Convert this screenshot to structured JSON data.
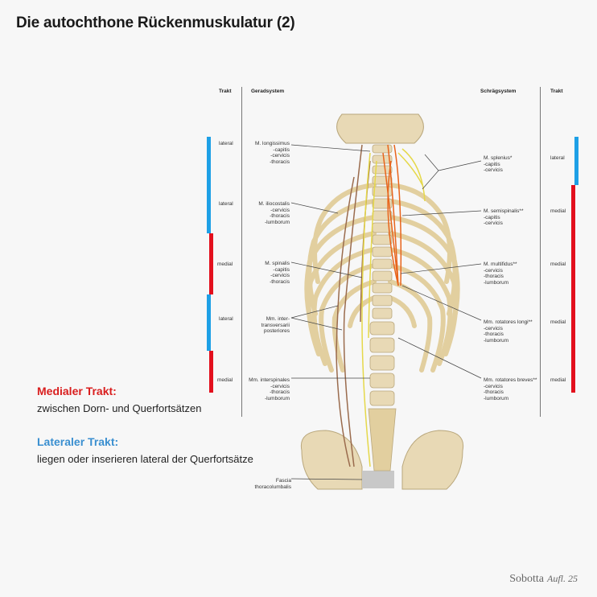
{
  "title": "Die autochthone Rückenmuskulatur (2)",
  "headers": {
    "trakt_left": "Trakt",
    "geradsystem": "Geradsystem",
    "schraegsystem": "Schrägsystem",
    "trakt_right": "Trakt"
  },
  "left_tracts": [
    "lateral",
    "lateral",
    "medial",
    "lateral",
    "medial"
  ],
  "right_tracts": [
    "lateral",
    "medial",
    "medial",
    "medial",
    "medial"
  ],
  "left_labels": [
    "M. longissimus\n-capitis\n-cervicis\n-thoracis",
    "M. iliocostalis\n-cervicis\n-thoracis\n-lumborum",
    "M. spinalis\n-capitis\n-cervicis\n-thoracis",
    "Mm. inter-\ntransversarii\nposteriores",
    "Mm. interspinales\n-cervicis\n-thoracis\n-lumborum",
    "Fascia\nthoracolumbalis"
  ],
  "right_labels": [
    "M. splenius*\n-capitis\n-cervicis",
    "M. semispinalis**\n-capitis\n-cervicis",
    "M. multifidus**\n-cervicis\n-thoracis\n-lumborum",
    "Mm. rotatores longi**\n-cervicis\n-thoracis\n-lumborum",
    "Mm. rotatores breves**\n-cervicis\n-thoracis\n-lumborum"
  ],
  "legend": {
    "medial_head": "Medialer Trakt:",
    "medial_text": "zwischen Dorn- und Querfortsätzen",
    "lateral_head": "Lateraler Trakt:",
    "lateral_text": "liegen oder inserieren lateral der Querfortsätze"
  },
  "footer": {
    "brand": "Sobotta",
    "edition": "Aufl. 25"
  },
  "colors": {
    "lateral": "#1ea0e6",
    "medial": "#e3101d",
    "medial_head": "#d91e1e",
    "lateral_head": "#3a8fd0",
    "bone": "#e8d9b5"
  }
}
